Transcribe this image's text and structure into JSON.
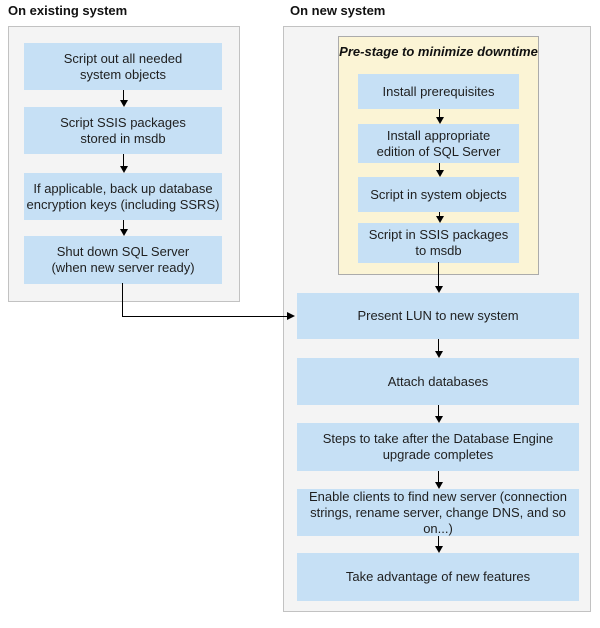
{
  "left": {
    "title": "On existing system",
    "boxes": [
      "Script out all needed\nsystem objects",
      "Script SSIS packages\nstored in msdb",
      "If applicable, back up database\nencryption keys (including SSRS)",
      "Shut down SQL Server\n(when new server ready)"
    ]
  },
  "right": {
    "title": "On new system",
    "prestage": {
      "title": "Pre-stage to minimize downtime",
      "boxes": [
        "Install prerequisites",
        "Install appropriate\nedition of SQL Server",
        "Script in system objects",
        "Script in SSIS packages\nto msdb"
      ]
    },
    "boxes": [
      "Present LUN to new system",
      "Attach databases",
      "Steps to take after the Database Engine\nupgrade completes",
      "Enable clients to find new server (connection\nstrings, rename server, change DNS, and so on...)",
      "Take advantage of new features"
    ]
  },
  "colors": {
    "process_box_fill": "#c6e0f5",
    "prestage_fill": "#fbf4d5",
    "prestage_border": "#ababab",
    "panel_fill": "#f4f4f4",
    "panel_border": "#c2c2c2",
    "arrow": "#000000",
    "text": "#1f1f1f"
  }
}
